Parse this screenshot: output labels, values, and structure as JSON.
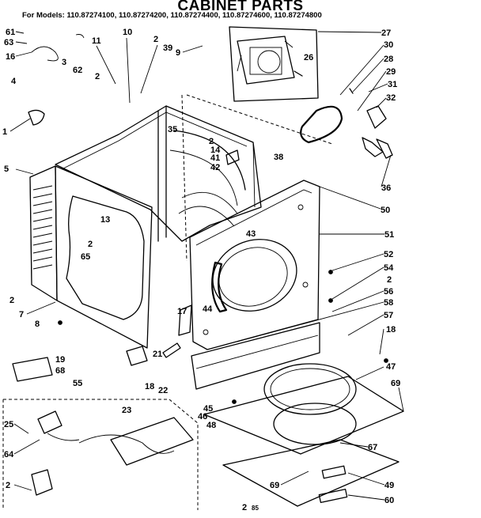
{
  "header": {
    "title": "CABINET PARTS",
    "subtitle": "For Models: 110.87274100, 110.87274200, 110.87274400, 110.87274600, 110.87274800"
  },
  "callouts": [
    "61",
    "63",
    "16",
    "11",
    "10",
    "2",
    "39",
    "9",
    "27",
    "30",
    "3",
    "62",
    "4",
    "2",
    "26",
    "28",
    "29",
    "31",
    "32",
    "1",
    "35",
    "2",
    "14",
    "41",
    "42",
    "38",
    "5",
    "36",
    "13",
    "50",
    "2",
    "51",
    "65",
    "43",
    "52",
    "54",
    "2",
    "2",
    "56",
    "58",
    "7",
    "17",
    "57",
    "18",
    "8",
    "44",
    "19",
    "68",
    "21",
    "18",
    "22",
    "55",
    "47",
    "69",
    "23",
    "45",
    "46",
    "48",
    "25",
    "67",
    "64",
    "69",
    "49",
    "2",
    "60",
    "2",
    "85"
  ]
}
